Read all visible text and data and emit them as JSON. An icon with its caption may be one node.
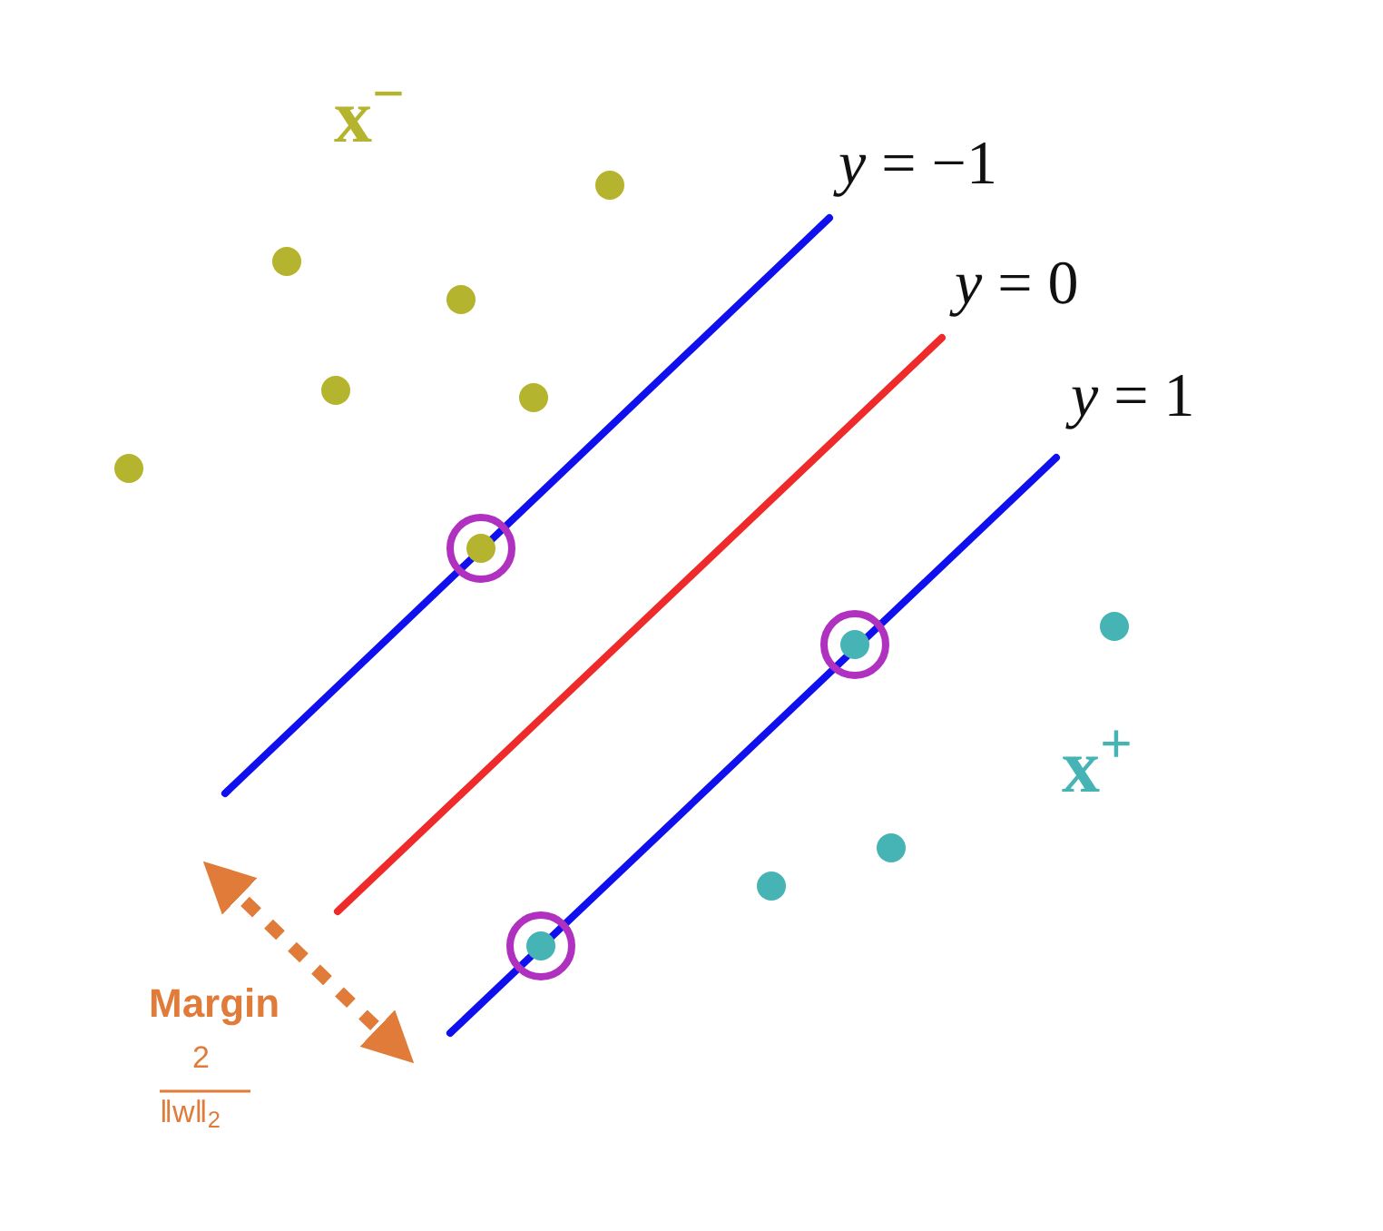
{
  "diagram": {
    "labels": [
      "x$^{−}$",
      "*y* = −1",
      "*y* = 0",
      "*y* = 1",
      "x$^{+}$",
      "Margin",
      "2",
      "‖w‖$_{2}$"
    ]
  }
}
